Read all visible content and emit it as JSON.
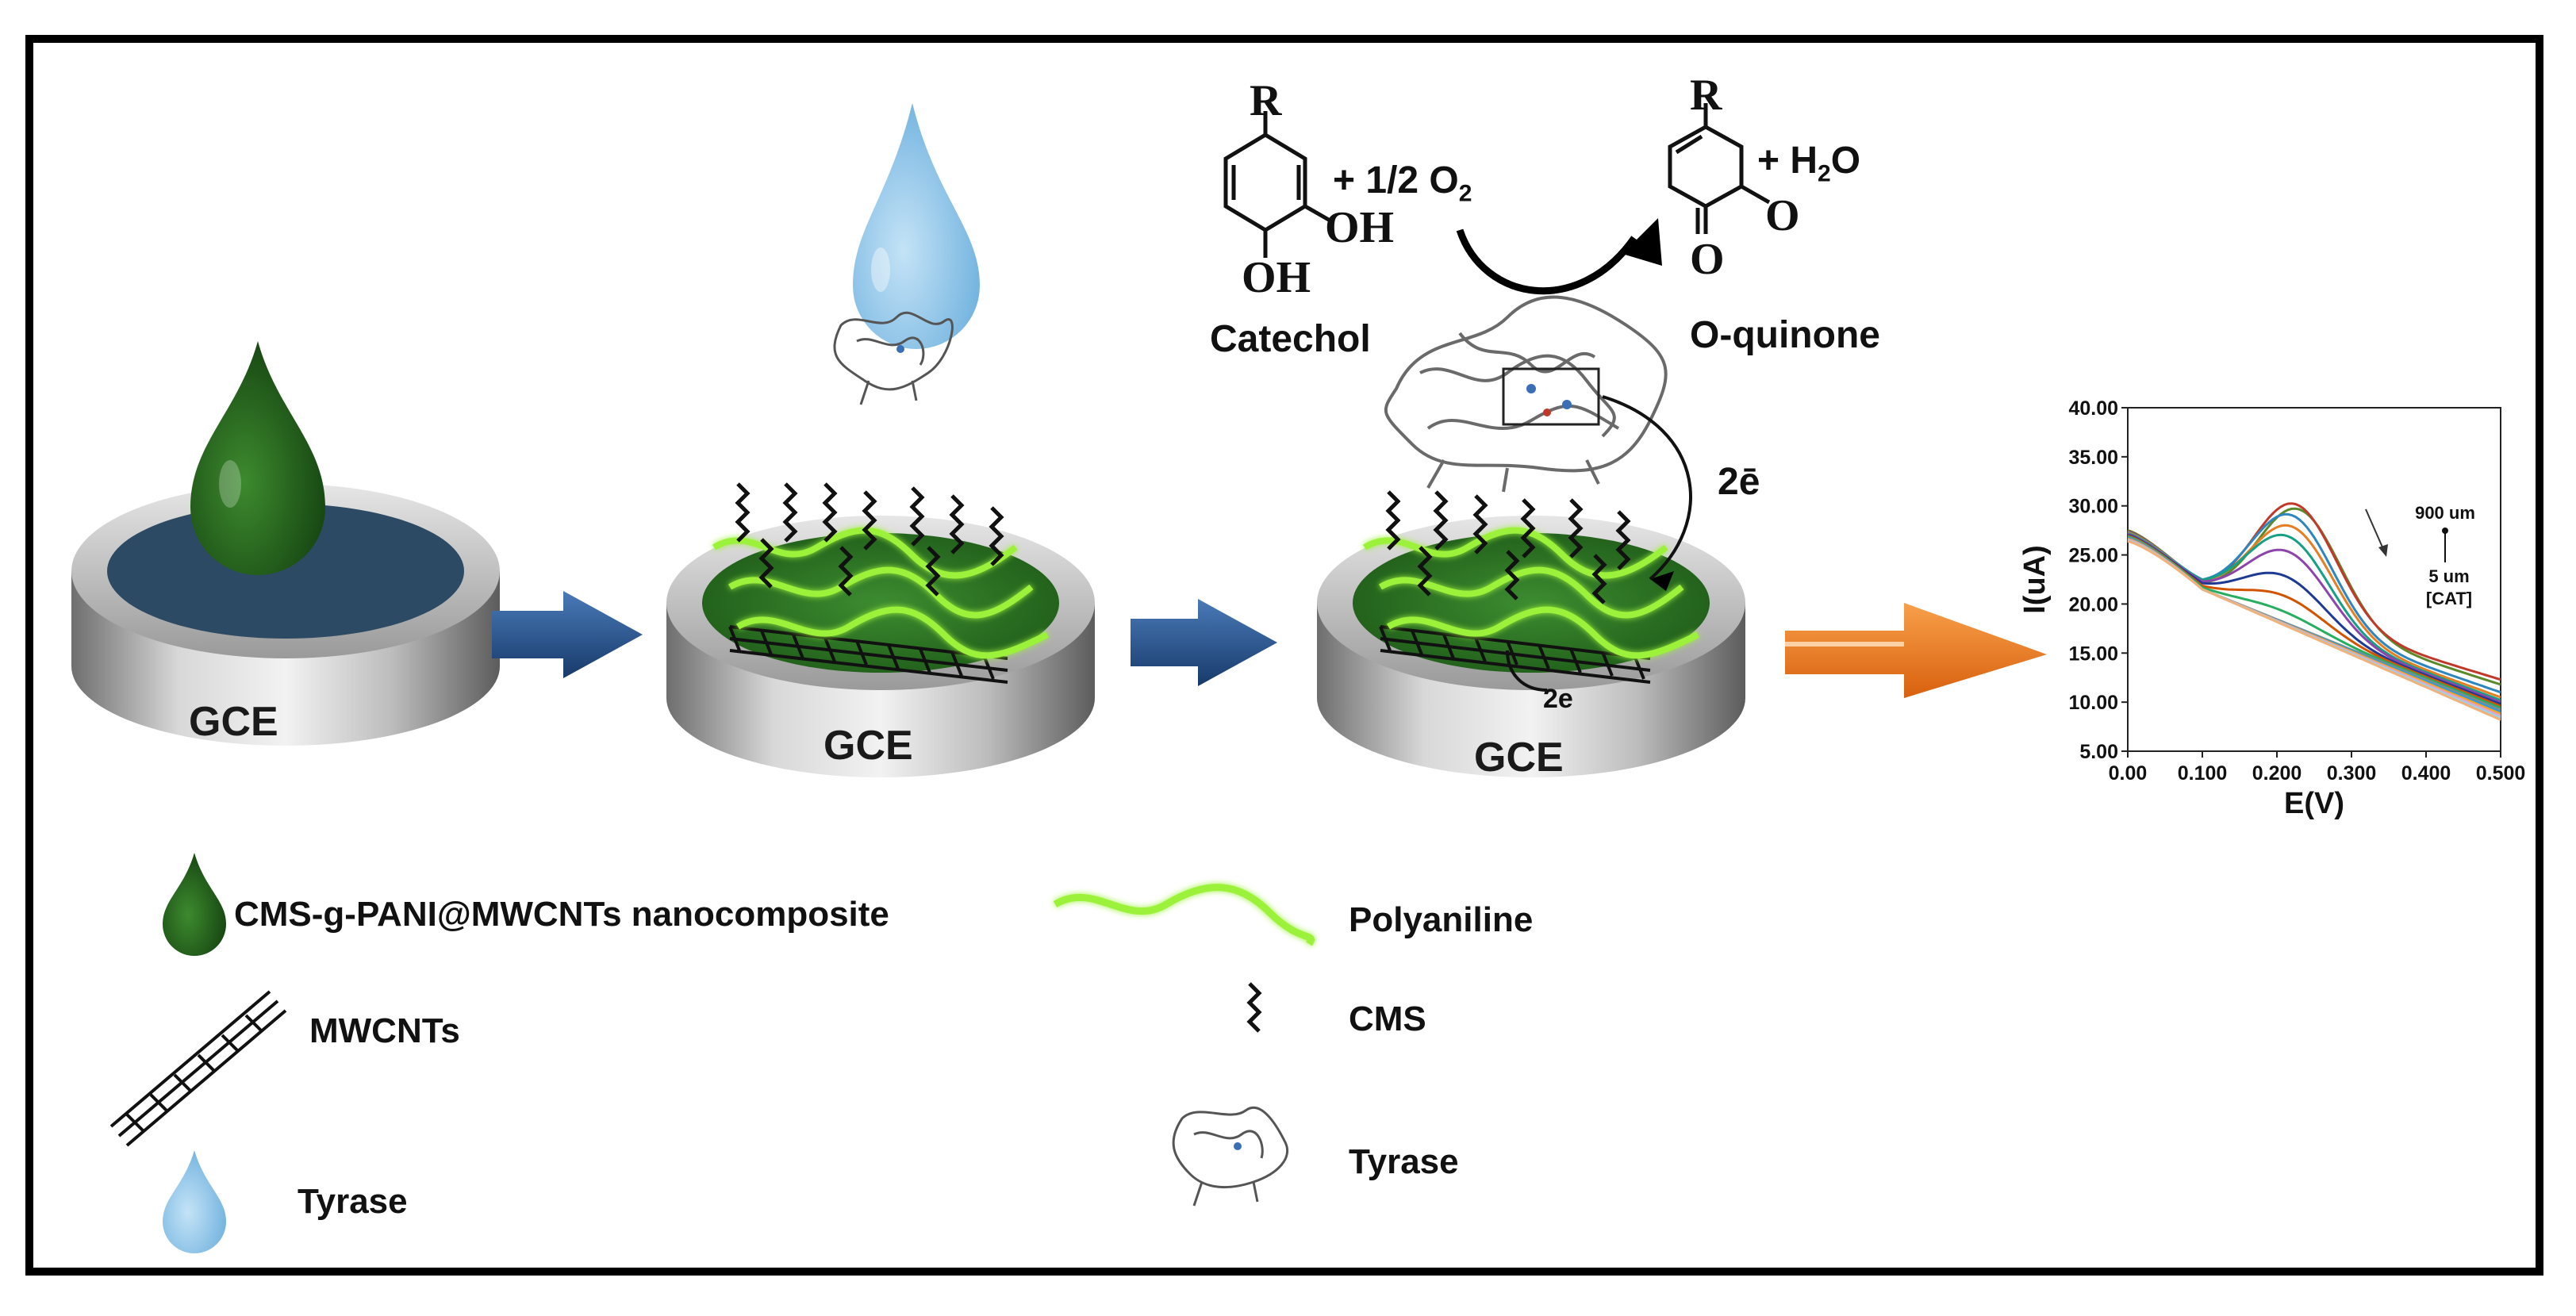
{
  "electrode_label": "GCE",
  "legend": {
    "composite": "CMS-g-PANI@MWCNTs nanocomposite",
    "mwcnts": "MWCNTs",
    "tyrase_drop": "Tyrase",
    "polyaniline": "Polyaniline",
    "cms": "CMS",
    "tyrase_enzyme": "Tyrase"
  },
  "reaction": {
    "substituent": "R",
    "reagent_o2": "+ 1/2 O",
    "reagent_o2_sub": "2",
    "product_h2o": "+ H",
    "product_h2o_sub": "2",
    "product_h2o_tail": "O",
    "oh": "OH",
    "keto": "O",
    "reactant_name": "Catechol",
    "product_name": "O-quinone",
    "electrons": "2ē",
    "electrons_small": "2e"
  },
  "colors": {
    "drop_green": "#1f5a1a",
    "drop_blue": "#8cc4ea",
    "surface_green": "#2a7a22",
    "surface_navy": "#2c4a64",
    "polyaniline": "#9cf23a",
    "arrow_blue": "#23508a",
    "arrow_orange": "#f07a1a"
  },
  "chart_data": {
    "type": "line",
    "xlabel": "E(V)",
    "ylabel": "I(uA)",
    "xlim": [
      0,
      0.5
    ],
    "ylim": [
      5,
      40
    ],
    "xticks": [
      "0.00",
      "0.100",
      "0.200",
      "0.300",
      "0.400",
      "0.500"
    ],
    "yticks": [
      "5.00",
      "10.00",
      "15.00",
      "20.00",
      "25.00",
      "30.00",
      "35.00",
      "40.00"
    ],
    "annotation_top": "900 um",
    "annotation_bottom": "5 um",
    "annotation_species": "[CAT]",
    "series": [
      {
        "color": "#5a8a2a",
        "peak_x": 0.23,
        "peak_y": 32.5,
        "tail_y": 11.8
      },
      {
        "color": "#c0392b",
        "peak_x": 0.225,
        "peak_y": 32.8,
        "tail_y": 12.3
      },
      {
        "color": "#2e86c1",
        "peak_x": 0.22,
        "peak_y": 32.0,
        "tail_y": 11.0
      },
      {
        "color": "#e67e22",
        "peak_x": 0.22,
        "peak_y": 31.0,
        "tail_y": 10.5
      },
      {
        "color": "#16a085",
        "peak_x": 0.215,
        "peak_y": 30.0,
        "tail_y": 10.2
      },
      {
        "color": "#8e44ad",
        "peak_x": 0.215,
        "peak_y": 28.5,
        "tail_y": 10.0
      },
      {
        "color": "#1f3a93",
        "peak_x": 0.21,
        "peak_y": 26.0,
        "tail_y": 9.8
      },
      {
        "color": "#d35400",
        "peak_x": 0.21,
        "peak_y": 24.0,
        "tail_y": 9.6
      },
      {
        "color": "#27ae60",
        "peak_x": 0.205,
        "peak_y": 22.5,
        "tail_y": 9.4
      },
      {
        "color": "#7f8c8d",
        "peak_x": 0.205,
        "peak_y": 21.0,
        "tail_y": 9.2
      },
      {
        "color": "#3498db",
        "peak_x": 0.2,
        "peak_y": 20.0,
        "tail_y": 9.0
      },
      {
        "color": "#f5a623",
        "peak_x": 0.2,
        "peak_y": 19.0,
        "tail_y": 8.8
      },
      {
        "color": "#e8a0c8",
        "peak_x": 0.2,
        "peak_y": 18.0,
        "tail_y": 8.6
      },
      {
        "color": "#9bd3e8",
        "peak_x": 0.2,
        "peak_y": 17.2,
        "tail_y": 8.4
      },
      {
        "color": "#f0b27a",
        "peak_x": 0.2,
        "peak_y": 16.5,
        "tail_y": 8.2
      }
    ]
  }
}
